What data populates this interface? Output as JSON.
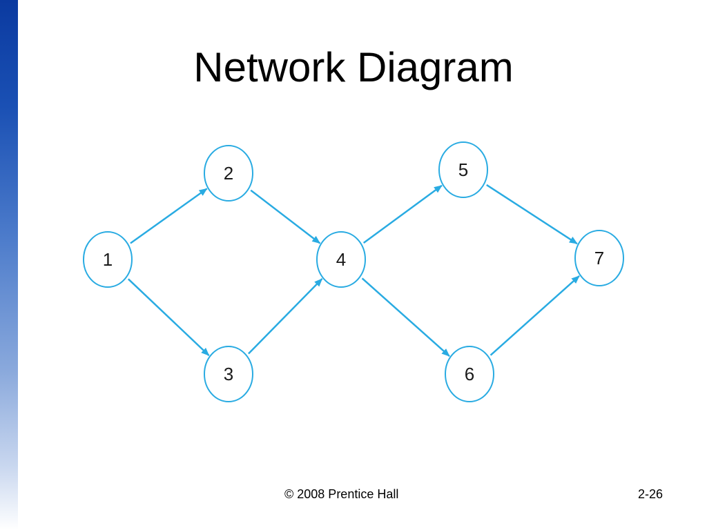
{
  "slide": {
    "title": "Network Diagram",
    "copyright": "© 2008 Prentice Hall",
    "page_number": "2-26"
  },
  "colors": {
    "arrow": "#29abe2",
    "node_border": "#29abe2",
    "sidebar_top": "#0b3aa0"
  },
  "diagram": {
    "nodes": [
      {
        "id": "1",
        "label": "1"
      },
      {
        "id": "2",
        "label": "2"
      },
      {
        "id": "3",
        "label": "3"
      },
      {
        "id": "4",
        "label": "4"
      },
      {
        "id": "5",
        "label": "5"
      },
      {
        "id": "6",
        "label": "6"
      },
      {
        "id": "7",
        "label": "7"
      }
    ],
    "edges": [
      {
        "from": "1",
        "to": "2"
      },
      {
        "from": "1",
        "to": "3"
      },
      {
        "from": "2",
        "to": "4"
      },
      {
        "from": "3",
        "to": "4"
      },
      {
        "from": "4",
        "to": "5"
      },
      {
        "from": "4",
        "to": "6"
      },
      {
        "from": "5",
        "to": "7"
      },
      {
        "from": "6",
        "to": "7"
      }
    ]
  }
}
